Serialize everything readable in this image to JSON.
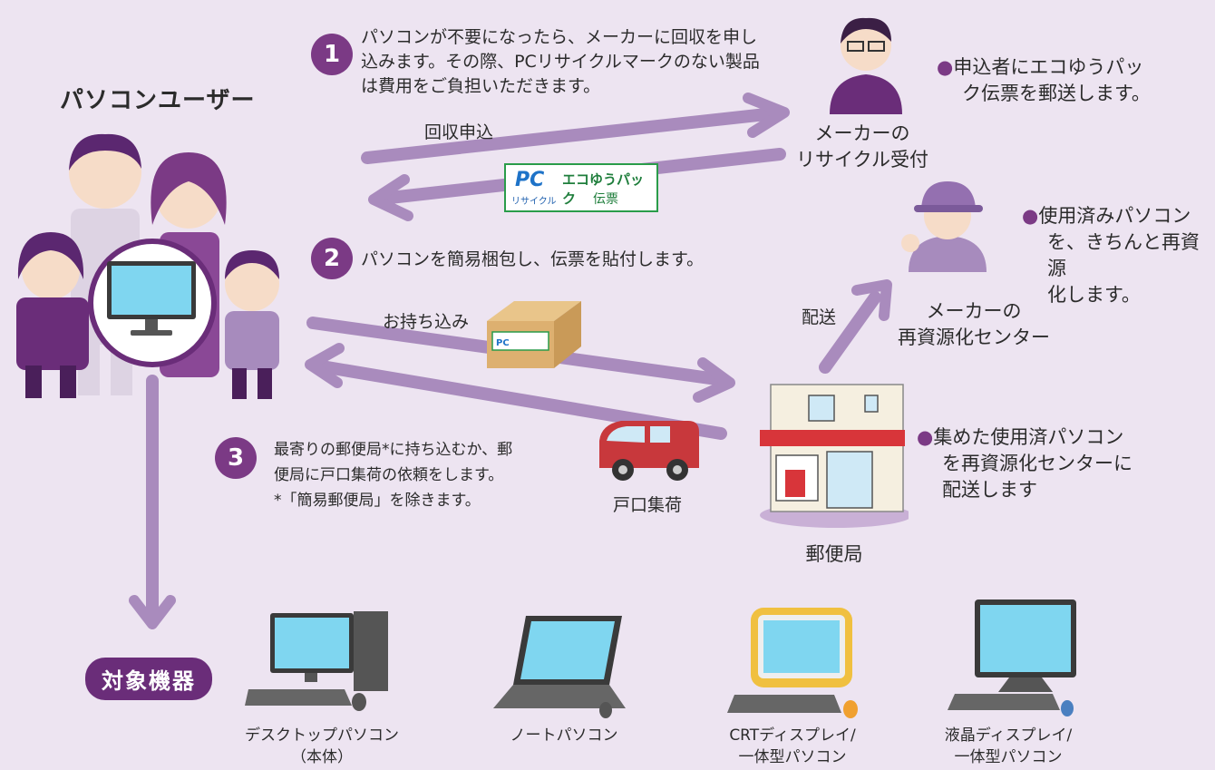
{
  "header_partial": "",
  "user_title": "パソコンユーザー",
  "step1": {
    "num": "1",
    "text1": "パソコンが不要になったら、メーカーに回収を申し",
    "text2": "込みます。その際、PCリサイクルマークのない製品",
    "text3": "は費用をご負担いただきます。"
  },
  "step2": {
    "num": "2",
    "text": "パソコンを簡易梱包し、伝票を貼付します。"
  },
  "step3": {
    "num": "3",
    "text1": "最寄りの郵便局*に持ち込むか、郵",
    "text2": "便局に戸口集荷の依頼をします。",
    "text3": "*「簡易郵便局」を除きます。"
  },
  "arrow_labels": {
    "apply": "回収申込",
    "bring": "お持ち込み",
    "ship": "配送"
  },
  "slip": {
    "pc": "PC",
    "pc_sub": "リサイクル",
    "line1": "エコゆうパック",
    "line2": "伝票"
  },
  "maker_reception": {
    "line1": "メーカーの",
    "line2": "リサイクル受付"
  },
  "maker_note": {
    "line1": "申込者にエコゆうパッ",
    "line2": "ク伝票を郵送します。"
  },
  "recycle_center": {
    "line1": "メーカーの",
    "line2": "再資源化センター"
  },
  "recycle_note": {
    "line1": "使用済みパソコン",
    "line2": "を、きちんと再資源",
    "line3": "化します。"
  },
  "post_office": {
    "label": "郵便局"
  },
  "post_note": {
    "line1": "集めた使用済パソコン",
    "line2": "を再資源化センターに",
    "line3": "配送します"
  },
  "pickup": {
    "label": "戸口集荷"
  },
  "target_pill": "対象機器",
  "devices": [
    {
      "line1": "デスクトップパソコン",
      "line2": "（本体）"
    },
    {
      "line1": "ノートパソコン",
      "line2": ""
    },
    {
      "line1": "CRTディスプレイ/",
      "line2": "一体型パソコン"
    },
    {
      "line1": "液晶ディスプレイ/",
      "line2": "一体型パソコン"
    }
  ],
  "colors": {
    "arrow": "#a98bbd",
    "accent": "#7b3a85",
    "dark_purple": "#5b2770",
    "background": "#ede4f1"
  }
}
